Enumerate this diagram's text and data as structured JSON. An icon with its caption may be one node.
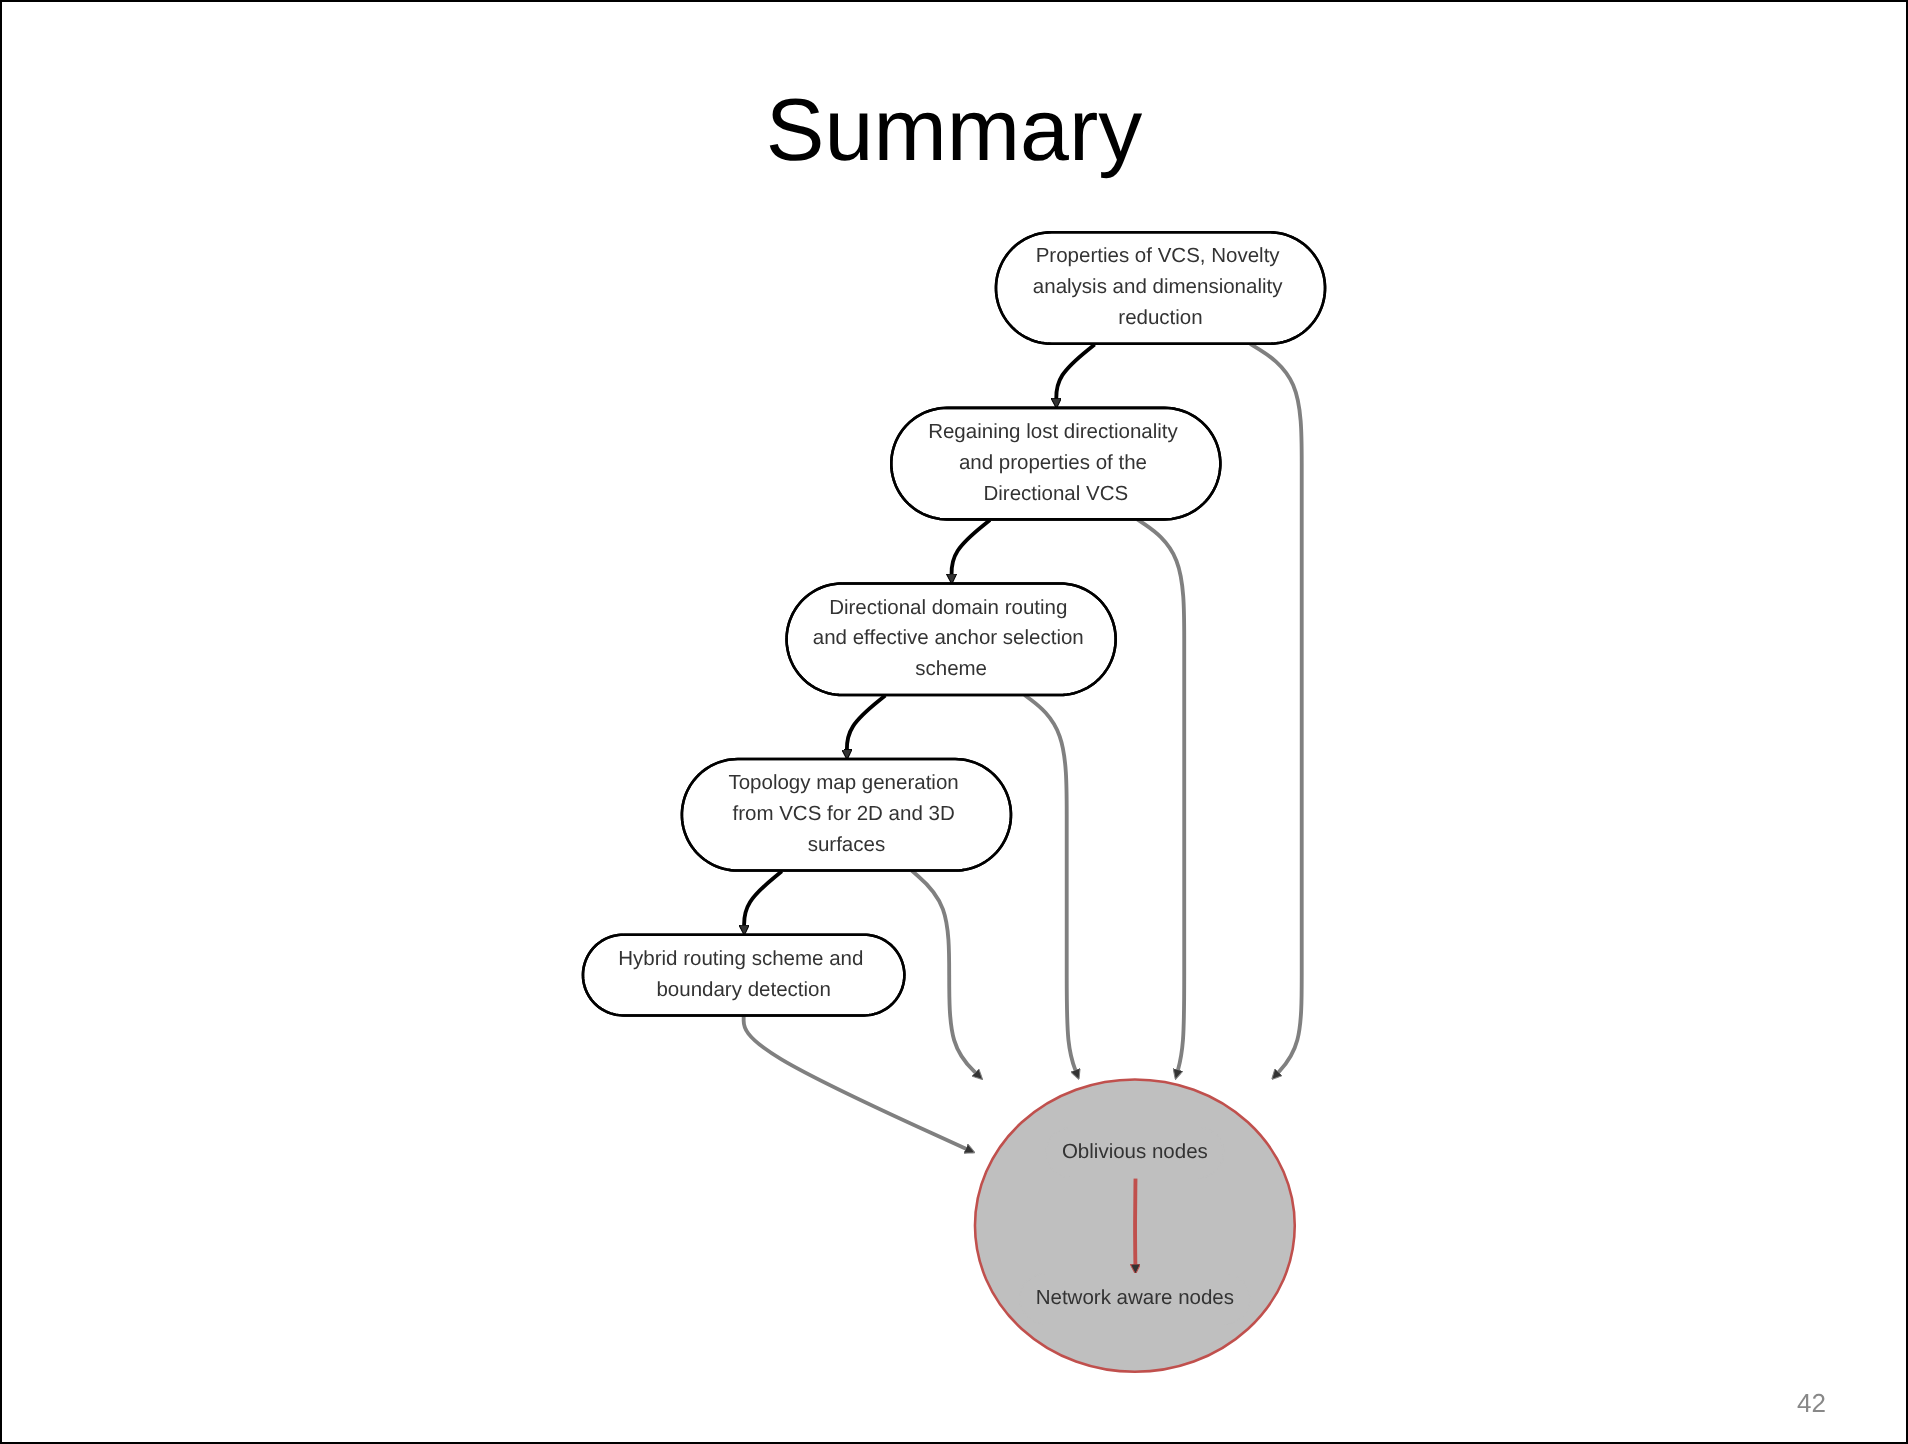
{
  "diagram": {
    "title": "Summary",
    "nodes": [
      {
        "text": [
          "Properties of VCS, Novelty analysis and dimensionality reduction"
        ]
      },
      {
        "text": [
          "Regaining lost directionality and properties of the Directional VCS"
        ]
      },
      {
        "text": [
          "Hybrid routing scheme and boundary detection"
        ]
      },
      {
        "text": [],
        "shape": "ellipse"
      },
      {
        "text": [
          "Oblivious nodes"
        ],
        "in": 3
      },
      {
        "text": [
          "Network aware nodes"
        ],
        "in": 3
      },
      {
        "text": [
          "Directional domain routing and effective anchor selection scheme"
        ]
      },
      {
        "text": [
          "Topology map generation from VCS for 2D and 3D surfaces"
        ]
      }
    ],
    "edges": [
      {
        "from": 0,
        "to": 3,
        "arrow": "to",
        "color": "#808080"
      },
      {
        "from": 1,
        "to": 3,
        "arrow": "to",
        "color": "#808080"
      },
      {
        "from": 2,
        "to": 3,
        "arrow": "to",
        "color": "#808080"
      },
      {
        "from": 6,
        "to": 3,
        "arrow": "to",
        "color": "#808080"
      },
      {
        "from": 7,
        "to": 3,
        "arrow": "to",
        "color": "#808080"
      },
      {
        "from": 4,
        "to": 5,
        "arrow": "to",
        "color": "#c0504d"
      },
      {
        "from": 0,
        "to": 1,
        "arrow": "to",
        "color": "#000000"
      },
      {
        "from": 1,
        "to": 6,
        "arrow": "to",
        "color": "#000000"
      },
      {
        "from": 6,
        "to": 7,
        "arrow": "to",
        "color": "#000000"
      },
      {
        "from": 7,
        "to": 2,
        "arrow": "to",
        "color": "#000000"
      }
    ],
    "labels": [
      "42"
    ]
  }
}
